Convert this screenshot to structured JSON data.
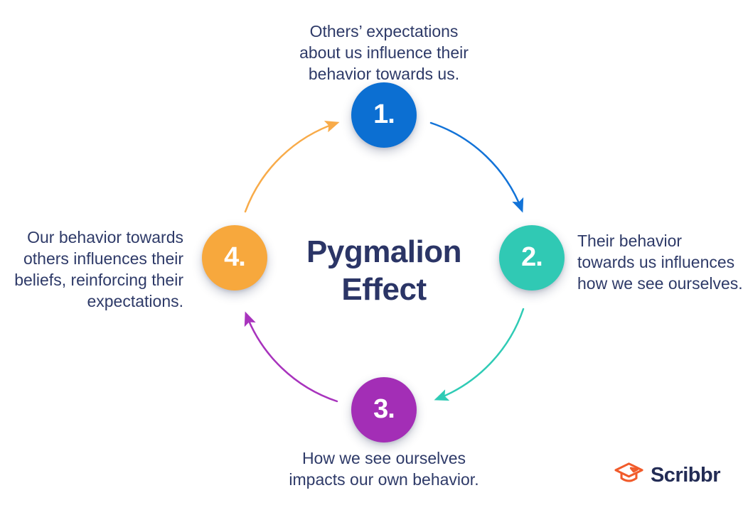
{
  "title": "Pygmalion\nEffect",
  "steps": [
    {
      "number": "1.",
      "color": "#0c6fd2",
      "text": "Others’ expectations\nabout us influence their\nbehavior towards us."
    },
    {
      "number": "2.",
      "color": "#30c9b4",
      "text": "Their behavior\ntowards us influences\nhow we see ourselves."
    },
    {
      "number": "3.",
      "color": "#a32eb6",
      "text": "How we see ourselves\nimpacts our own behavior."
    },
    {
      "number": "4.",
      "color": "#f7a83d",
      "text": "Our behavior towards\nothers influences their\nbeliefs, reinforcing their\nexpectations."
    }
  ],
  "arrows": [
    {
      "name": "step4-to-step1",
      "color": "#f8ab49"
    },
    {
      "name": "step1-to-step2",
      "color": "#1273d8"
    },
    {
      "name": "step2-to-step3",
      "color": "#2fcbb5"
    },
    {
      "name": "step3-to-step4",
      "color": "#a833bd"
    }
  ],
  "logo": {
    "brand": "Scribbr",
    "icon": "graduation-cap",
    "icon_color": "#f15b2b",
    "text_color": "#232c55"
  },
  "colors": {
    "background": "#ffffff",
    "body_text": "#2e3a68",
    "title_text": "#2b3566",
    "number_text": "#ffffff"
  }
}
